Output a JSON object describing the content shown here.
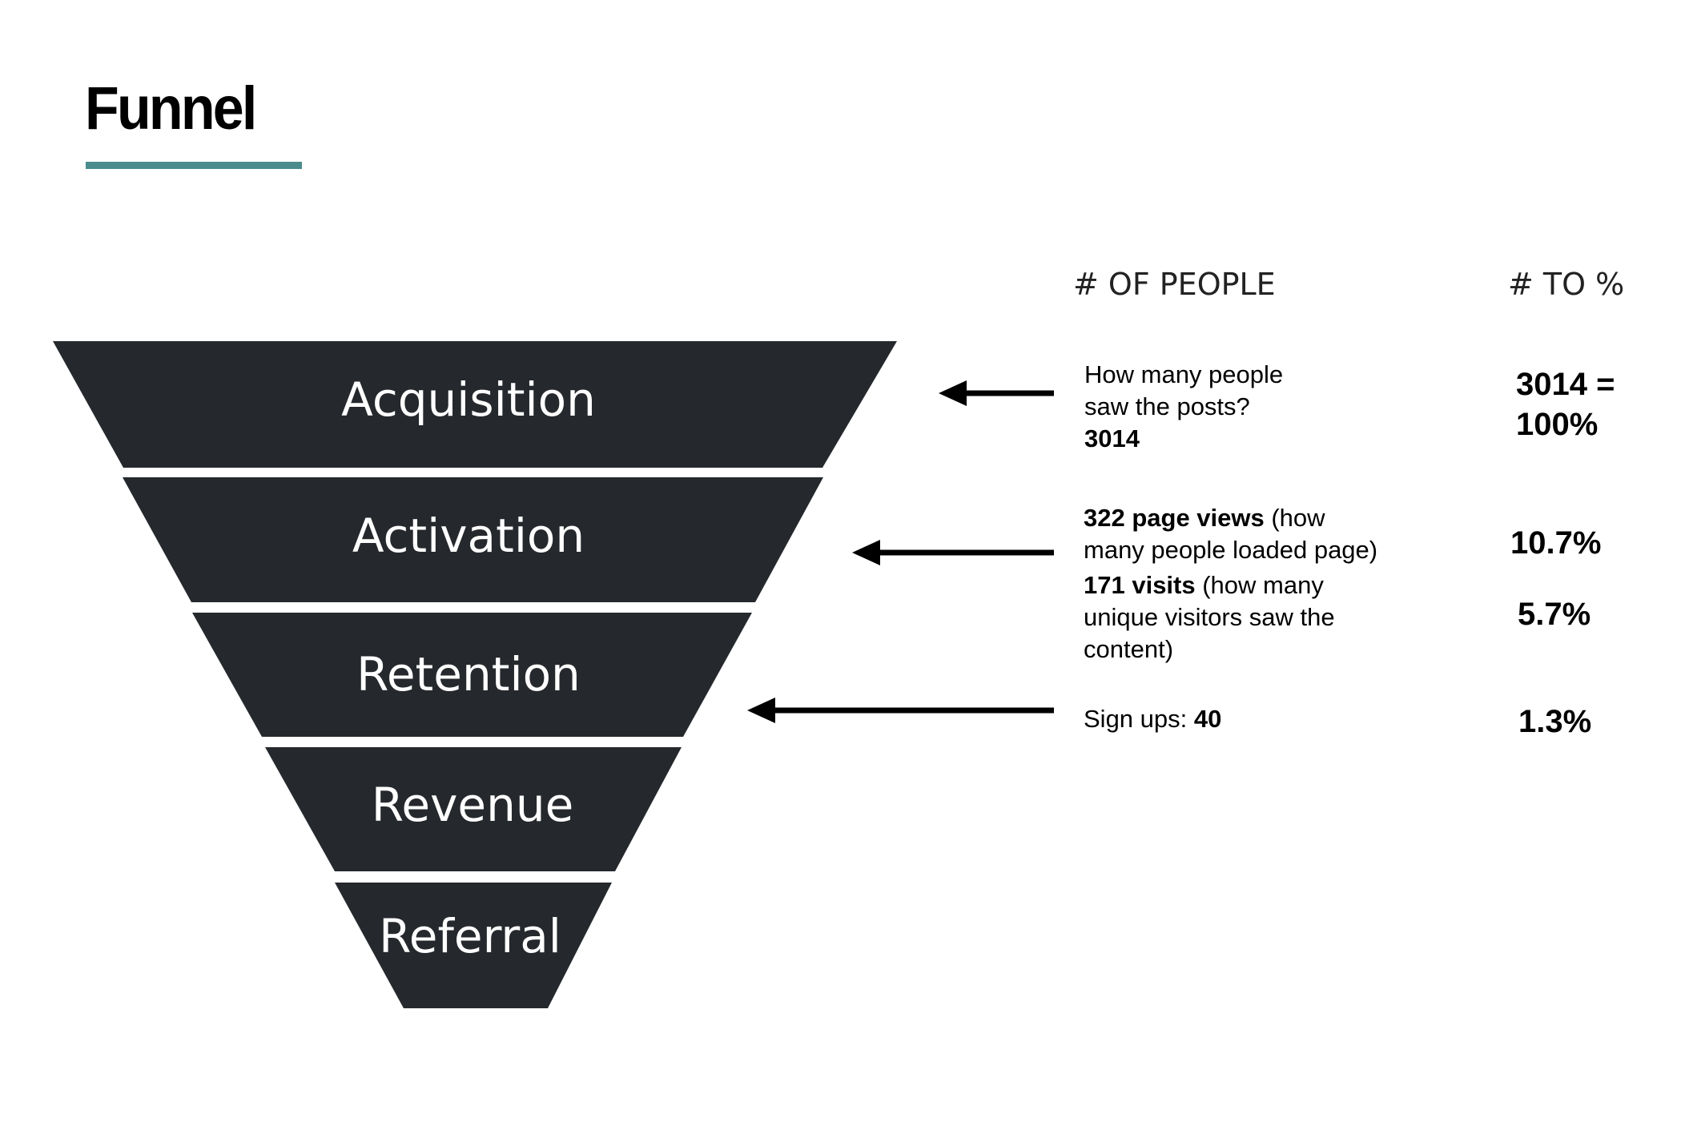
{
  "title": "Funnel",
  "colors": {
    "accent": "#4a8c8c",
    "funnel_fill": "#25282c",
    "label_text": "#ffffff"
  },
  "headers": {
    "people": "# OF PEOPLE",
    "pct": "# TO %"
  },
  "stages": [
    {
      "label": "Acquisition"
    },
    {
      "label": "Activation"
    },
    {
      "label": "Retention"
    },
    {
      "label": "Revenue"
    },
    {
      "label": "Referral"
    }
  ],
  "rows": {
    "acquisition": {
      "question_line1": "How many people",
      "question_line2": "saw the posts?",
      "count": "3014",
      "pct_line1": "3014 =",
      "pct_line2": "100%"
    },
    "page_views": {
      "value": "322 page views",
      "note_line1": " (how",
      "note_line2": "many people loaded page)",
      "pct": "10.7%"
    },
    "visits": {
      "value": "171 visits",
      "note_line1": " (how many",
      "note_line2": "unique visitors saw the",
      "note_line3": "content)",
      "pct": "5.7%"
    },
    "signups": {
      "label": "Sign ups: ",
      "value": "40",
      "pct": "1.3%"
    }
  }
}
